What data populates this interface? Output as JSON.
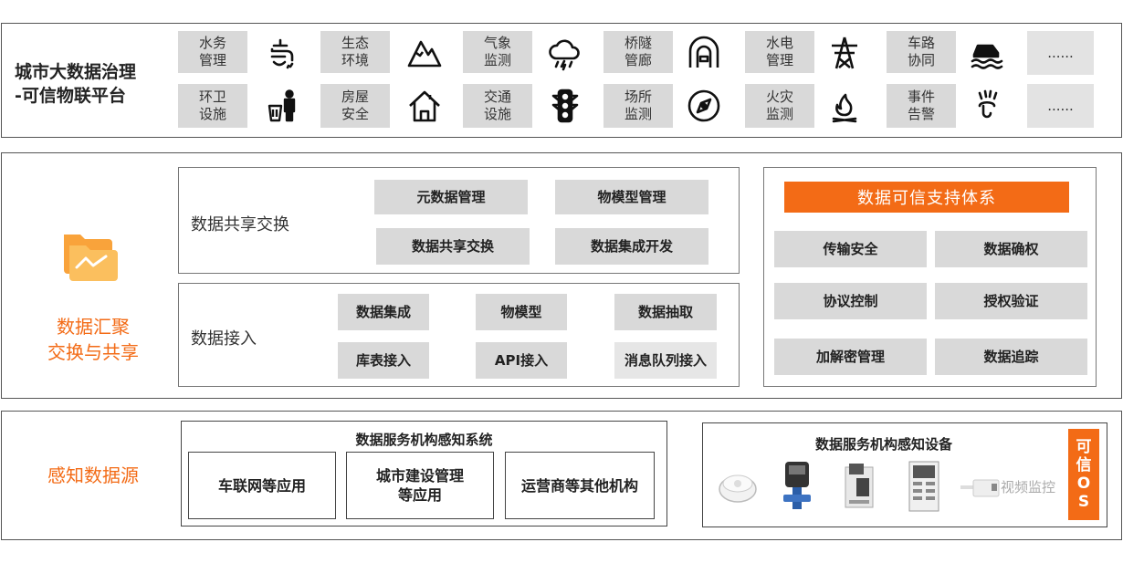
{
  "top": {
    "platform_title_line1": "城市大数据治理",
    "platform_title_line2": "-可信物联平台",
    "domains_row1": [
      {
        "label": "水务\n管理",
        "icon": "faucet-icon"
      },
      {
        "label": "生态\n环境",
        "icon": "mountain-icon"
      },
      {
        "label": "气象\n监测",
        "icon": "storm-cloud-icon"
      },
      {
        "label": "桥隧\n管廊",
        "icon": "tunnel-icon"
      },
      {
        "label": "水电\n管理",
        "icon": "power-tower-icon"
      },
      {
        "label": "车路\n协同",
        "icon": "car-flood-icon"
      },
      {
        "label": "......",
        "icon": ""
      }
    ],
    "domains_row2": [
      {
        "label": "环卫\n设施",
        "icon": "trash-person-icon"
      },
      {
        "label": "房屋\n安全",
        "icon": "house-icon"
      },
      {
        "label": "交通\n设施",
        "icon": "traffic-light-icon"
      },
      {
        "label": "场所\n监测",
        "icon": "compass-icon"
      },
      {
        "label": "火灾\n监测",
        "icon": "fire-icon"
      },
      {
        "label": "事件\n告警",
        "icon": "alarm-icon"
      },
      {
        "label": "......",
        "icon": ""
      }
    ]
  },
  "middle": {
    "section_title": "数据汇聚\n交换与共享",
    "section_icon": "folder-chart-icon",
    "sharing": {
      "label": "数据共享交换",
      "items": [
        "元数据管理",
        "物模型管理",
        "数据共享交换",
        "数据集成开发"
      ]
    },
    "access": {
      "label": "数据接入",
      "items": [
        "数据集成",
        "物模型",
        "数据抽取",
        "库表接入",
        "API接入",
        "消息队列接入"
      ]
    },
    "trust": {
      "title": "数据可信支持体系",
      "items": [
        "传输安全",
        "数据确权",
        "协议控制",
        "授权验证",
        "加解密管理",
        "数据追踪"
      ]
    }
  },
  "bottom": {
    "section_title": "感知数据源",
    "system": {
      "title": "数据服务机构感知系统",
      "items": [
        "车联网等应用",
        "城市建设管理\n等应用",
        "运营商等其他机构"
      ]
    },
    "devices": {
      "title": "数据服务机构感知设备",
      "items": [
        "smoke-detector-icon",
        "water-meter-icon",
        "sensor-box-icon",
        "control-panel-icon",
        "camera-icon"
      ],
      "video_label": "视频监控",
      "os_label": "可\n信\nO\nS"
    }
  },
  "colors": {
    "accent": "#f36b16",
    "gray_box": "#d9d9d9",
    "border": "#555555"
  }
}
